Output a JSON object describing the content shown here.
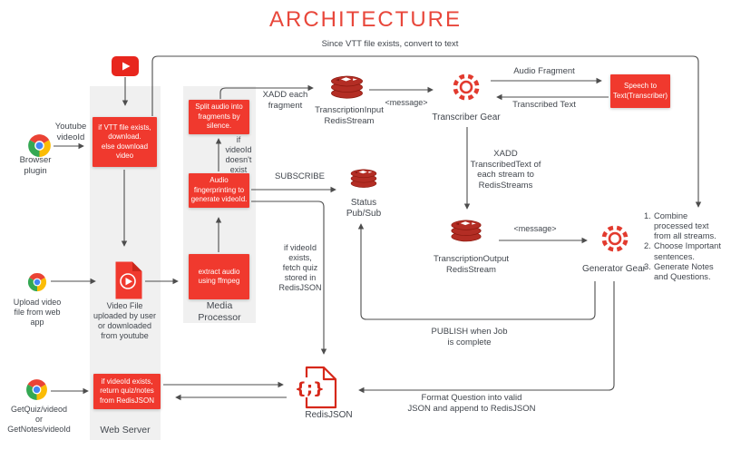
{
  "title": "ARCHITECTURE",
  "colors": {
    "accent_red": "#F0392E",
    "title_red": "#E8473B",
    "redis_dark_red": "#B32D24",
    "gear_red": "#E23A2E",
    "outline_red": "#D6281A",
    "youtube_red": "#E8261D",
    "panel_gray": "#F0F0F0",
    "line_gray": "#4D4D4D",
    "text_dark": "#41464D"
  },
  "flow_labels": {
    "since_vtt": "Since VTT file exists, convert to text",
    "xadd_fragment": "XADD each\nfragment",
    "message_in": "<message>",
    "audio_fragment": "Audio Fragment",
    "transcribed_text": "Transcribed Text",
    "if_videoid_doesnt_exist": "if\nvideoId\ndoesn't\nexist",
    "xadd_transcribed": "XADD\nTranscribedText of\neach stream to\nRedisStreams",
    "subscribe": "SUBSCRIBE",
    "fetch_quiz": "if videoId\nexists,\nfetch quiz\nstored in\nRedisJSON",
    "message_out": "<message>",
    "publish": "PUBLISH when Job\nis complete",
    "format_question": "Format Question into valid\nJSON and append to RedisJSON"
  },
  "inputs": {
    "youtube_videoid": "Youtube\nvideoId",
    "browser_plugin": "Browser\nplugin",
    "upload_video": "Upload video\nfile from web\napp",
    "getquiz": "GetQuiz/videod\nor\nGetNotes/videoId"
  },
  "containers": {
    "web_server": "Web Server",
    "media_processor": "Media\nProcessor"
  },
  "boxes": {
    "vtt": "if VTT file exists,\ndownload.\nelse download\nvideo",
    "split": "Split audio into\nfragments by\nsilence.",
    "fingerprint": "Audio\nfingerprinting to\ngenerate videoId.",
    "extract": "extract audio\nusing ffmpeg",
    "return_quiz": "if videoId exists,\nreturn quiz/notes\nfrom RedisJSON",
    "speech_to_text": "Speech to\nText(Transcriber)"
  },
  "nodes": {
    "video_file": "Video File\nuploaded by user\nor downloaded\nfrom youtube",
    "transcription_input": "TranscriptionInput\nRedisStream",
    "transcriber_gear": "Transcriber Gear",
    "status_pubsub": "Status\nPub/Sub",
    "transcription_output": "TranscriptionOutput\nRedisStream",
    "generator_gear": "Generator Gear",
    "redisjson": "RedisJSON"
  },
  "notes": {
    "items": [
      {
        "n": "1.",
        "t": "Combine\nprocessed text\nfrom all streams."
      },
      {
        "n": "2.",
        "t": "Choose Important\nsentences."
      },
      {
        "n": "3.",
        "t": "Generate Notes\nand Questions."
      }
    ]
  }
}
